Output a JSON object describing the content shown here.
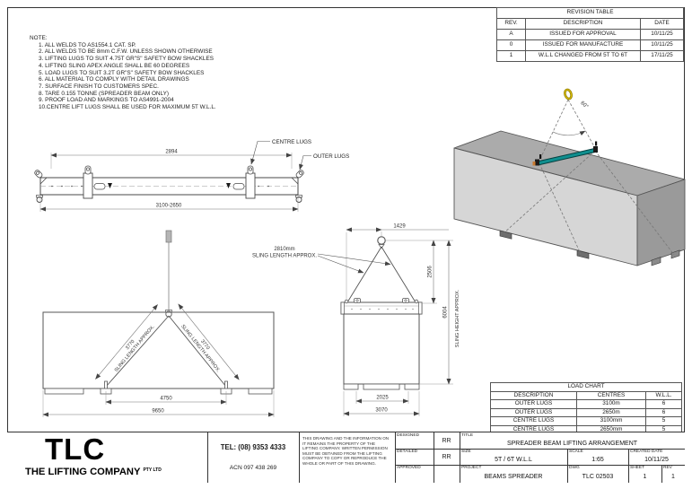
{
  "notes": {
    "heading": "NOTE:",
    "items": [
      "1.  ALL WELDS TO AS1554.1 CAT. SP.",
      "2.  ALL WELDS TO BE 8mm C.F.W. UNLESS SHOWN OTHERWISE",
      "3.  LIFTING LUGS TO SUIT 4.75T GR\"S\" SAFETY BOW SHACKLES",
      "4.  LIFTING SLING APEX ANGLE SHALL BE 60 DEGREES",
      "5.  LOAD LUGS TO SUIT 3.2T GR\"S\" SAFETY BOW SHACKLES",
      "6.  ALL MATERIAL TO COMPLY WITH DETAIL DRAWINGS",
      "7.  SURFACE FINISH TO CUSTOMERS SPEC.",
      "8.  TARE 0.155 TONNE (SPREADER BEAM ONLY)",
      "9.  PROOF LOAD AND MARKINGS TO AS4991-2004",
      "10.CENTRE LIFT LUGS SHALL BE USED FOR MAXIMUM 5T W.L.L."
    ]
  },
  "revision_table": {
    "title": "REVISION TABLE",
    "headers": [
      "REV.",
      "DESCRIPTION",
      "DATE"
    ],
    "rows": [
      {
        "rev": "A",
        "description": "ISSUED FOR APPROVAL",
        "date": "10/11/25"
      },
      {
        "rev": "0",
        "description": "ISSUED FOR MANUFACTURE",
        "date": "10/11/25"
      },
      {
        "rev": "1",
        "description": "W.L.L CHANGED FROM 5T TO 6T",
        "date": "17/11/25"
      }
    ]
  },
  "beam_view": {
    "dim_top": "2894",
    "dim_bottom": "3100-2650",
    "centre_lugs_label": "CENTRE LUGS",
    "outer_lugs_label": "OUTER LUGS"
  },
  "iso_view": {
    "apex_angle": "60°",
    "beam_color": "#0f8f8f",
    "ring_color": "#d9bf00"
  },
  "front_view": {
    "sling_left_dim": "3770",
    "sling_left_label": "SLING LENGTH APPROX.",
    "sling_right_dim": "3770",
    "sling_right_label": "SLING LENGTH APPROX.",
    "dim_centres": "4750",
    "dim_overall": "9650"
  },
  "end_view": {
    "dim_top": "1429",
    "note_line1": "2810mm",
    "note_line2": "SLING LENGTH APPROX.",
    "dim_apex_to_beam": "2506",
    "dim_height": "6004",
    "height_label": "SLING HEIGHT APPROX.",
    "dim_inner": "2025",
    "dim_outer": "3070"
  },
  "load_chart": {
    "title": "LOAD CHART",
    "headers": [
      "DESCRIPTION",
      "CENTRES",
      "W.L.L."
    ],
    "rows": [
      {
        "description": "OUTER LUGS",
        "centres": "3100m",
        "wll": "6"
      },
      {
        "description": "OUTER LUGS",
        "centres": "2650m",
        "wll": "6"
      },
      {
        "description": "CENTRE LUGS",
        "centres": "3100mm",
        "wll": "5"
      },
      {
        "description": "CENTRE LUGS",
        "centres": "2650mm",
        "wll": "5"
      }
    ]
  },
  "title_block": {
    "logo": "TLC",
    "company": "THE LIFTING COMPANY",
    "company_suffix": "PTY LTD",
    "tel": "TEL: (08) 9353 4333",
    "acn": "ACN 097 438 269",
    "disclaimer": "THIS DRAWING AND THE INFORMATION ON IT REMAINS THE PROPERTY OF THE LIFTING COMPANY. WRITTEN PERMISSION MUST BE OBTAINED FROM THE LIFTING COMPANY TO COPY OR REPRODUCE THE WHOLE OR PART OF THIS DRAWING.",
    "designed_label": "DESIGNED",
    "designed_value": "RR",
    "detailed_label": "DETAILED",
    "detailed_value": "RR",
    "approved_label": "APPROVED",
    "approved_value": "",
    "title_label": "TITLE",
    "title_value": "SPREADER BEAM LIFTING ARRANGEMENT",
    "size_label": "SIZE",
    "size_value": "5T / 6T W.L.L",
    "scale_label": "SCALE",
    "scale_value": "1:65",
    "created_label": "CREATED DATE",
    "created_value": "10/11/25",
    "project_label": "PROJECT",
    "project_value": "BEAMS SPREADER",
    "dwg_label": "DWG",
    "dwg_value": "TLC 02503",
    "sheet_label": "SHEET",
    "sheet_value": "1",
    "rev_label": "REV",
    "rev_value": "1"
  }
}
